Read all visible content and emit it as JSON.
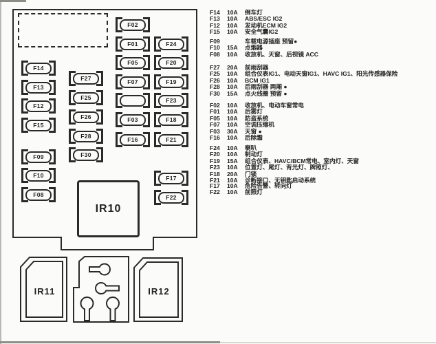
{
  "colors": {
    "ink": "#2a2a2a",
    "paper": "#fbfbf9"
  },
  "diagram": {
    "relays": {
      "main": "IR10",
      "left": "IR11",
      "right": "IR12"
    },
    "fuses": [
      "F02",
      "F01",
      "F05",
      "F07",
      "",
      "F03",
      "F16",
      "F24",
      "F20",
      "F19",
      "F23",
      "F18",
      "F21",
      "F17",
      "F22",
      "F14",
      "F13",
      "F12",
      "F15",
      "F09",
      "F10",
      "F08",
      "F27",
      "F25",
      "F26",
      "F28",
      "F30"
    ]
  },
  "legend": {
    "lines": [
      {
        "code": "F14",
        "amp": "10A",
        "desc": "倒车灯"
      },
      {
        "code": "F13",
        "amp": "10A",
        "desc": "ABS/ESC IG2"
      },
      {
        "code": "F12",
        "amp": "10A",
        "desc": "发动机ECM IG2"
      },
      {
        "code": "F15",
        "amp": "10A",
        "desc": "安全气囊IG2"
      },
      {
        "code": "F09",
        "amp": "",
        "desc": "车载电源插座  预留●"
      },
      {
        "code": "F10",
        "amp": "15A",
        "desc": "点烟器"
      },
      {
        "code": "F08",
        "amp": "10A",
        "desc": "收放机、天窗、后视镜 ACC"
      },
      {
        "code": "F27",
        "amp": "20A",
        "desc": "前雨刮器"
      },
      {
        "code": "F25",
        "amp": "10A",
        "desc": "组合仪表IG1、电动天窗IG1、HAVC IG1、阳光传感器保险"
      },
      {
        "code": "F26",
        "amp": "10A",
        "desc": "BCM IG1"
      },
      {
        "code": "F28",
        "amp": "10A",
        "desc": "后雨刮器 两厢 ●"
      },
      {
        "code": "F30",
        "amp": "15A",
        "desc": "点火线圈 预留 ●"
      },
      {
        "code": "F02",
        "amp": "10A",
        "desc": "收放机、电动车窗常电"
      },
      {
        "code": "F01",
        "amp": "10A",
        "desc": "后雾灯"
      },
      {
        "code": "F05",
        "amp": "10A",
        "desc": "防盗系统"
      },
      {
        "code": "F07",
        "amp": "10A",
        "desc": "空调压缩机"
      },
      {
        "code": "F03",
        "amp": "30A",
        "desc": "天窗 ●"
      },
      {
        "code": "F16",
        "amp": "10A",
        "desc": "后除霜"
      },
      {
        "code": "F24",
        "amp": "10A",
        "desc": "喇叭"
      },
      {
        "code": "F20",
        "amp": "10A",
        "desc": "制动灯"
      },
      {
        "code": "F19",
        "amp": "15A",
        "desc": "组合仪表、HAVC/BCM常电、室内灯、天窗"
      },
      {
        "code": "F23",
        "amp": "10A",
        "desc": "位置灯、尾灯、背光灯、牌照灯、"
      },
      {
        "code": "F18",
        "amp": "20A",
        "desc": "门锁"
      },
      {
        "code": "F21",
        "amp": "10A",
        "desc": "诊断接口、无钥匙启动系统"
      },
      {
        "code": "F17",
        "amp": "10A",
        "desc": "危险告警、转向灯"
      },
      {
        "code": "F22",
        "amp": "10A",
        "desc": "前照灯"
      }
    ]
  }
}
